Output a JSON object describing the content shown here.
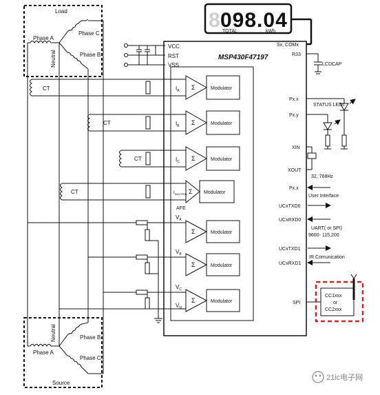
{
  "load_box": {
    "title": "Load",
    "phase_a": "Phase A",
    "phase_b": "Phase B",
    "phase_c": "Phase C",
    "neutral": "Neutral"
  },
  "source_box": {
    "title": "Source",
    "phase_a": "Phase A",
    "phase_b": "Phase B",
    "phase_c": "Phase C",
    "neutral": "Neutral"
  },
  "lcd": {
    "digits": "098.04",
    "ghost_digit": "8",
    "label_left": "TOTAL",
    "label_right": "kWh"
  },
  "chip": {
    "name": "MSP430F47197",
    "left_pins": [
      "VCC",
      "RST",
      "VSS"
    ],
    "right_pins": {
      "sx_com": "Sx, COMx",
      "r33": "R33",
      "pxx1": "Px.x",
      "pxy": "Px.y",
      "xin": "XIN",
      "xout": "XOUT",
      "pxx2": "Px.x",
      "ucx_txd0": "UCxTXD0",
      "ucx_rxd0": "UCxRXD0",
      "ucx_txd1": "UCxTXD1",
      "ucx_rxd1": "UCxRXD1",
      "spi": "SPI"
    }
  },
  "current_channels": [
    {
      "label": "I",
      "sub": "A",
      "block": "Modulator"
    },
    {
      "label": "I",
      "sub": "B",
      "block": "Modulator"
    },
    {
      "label": "I",
      "sub": "C",
      "block": "Modulator"
    },
    {
      "label": "I",
      "sub": "NEUTRAL",
      "block": "Modulator"
    }
  ],
  "voltage_channels": [
    {
      "label": "V",
      "sub": "A",
      "block": "Modulator"
    },
    {
      "label": "V",
      "sub": "B",
      "block": "Modulator"
    },
    {
      "label": "V",
      "sub": "C",
      "block": "Modulator"
    },
    {
      "label": "V",
      "sub": "N",
      "block": "Modulator"
    }
  ],
  "afe_label": "AFE",
  "ct_label": "CT",
  "sigma_symbol": "Σ",
  "external": {
    "lcdcap": "LCDCAP",
    "status_leds": "STATUS LEDs",
    "crystal": "32, 768Hz",
    "user_interface": "User Interface",
    "uart_line1": "UART( or SPI)",
    "uart_line2": "9600- 115,200",
    "ir": "IR Comunication",
    "rf_line1": "CC1xxx",
    "rf_line2": "or",
    "rf_line3": "CC2xxx"
  },
  "watermark": "21ic电子网",
  "colors": {
    "rf_box": "#d42020",
    "line": "#111111"
  }
}
